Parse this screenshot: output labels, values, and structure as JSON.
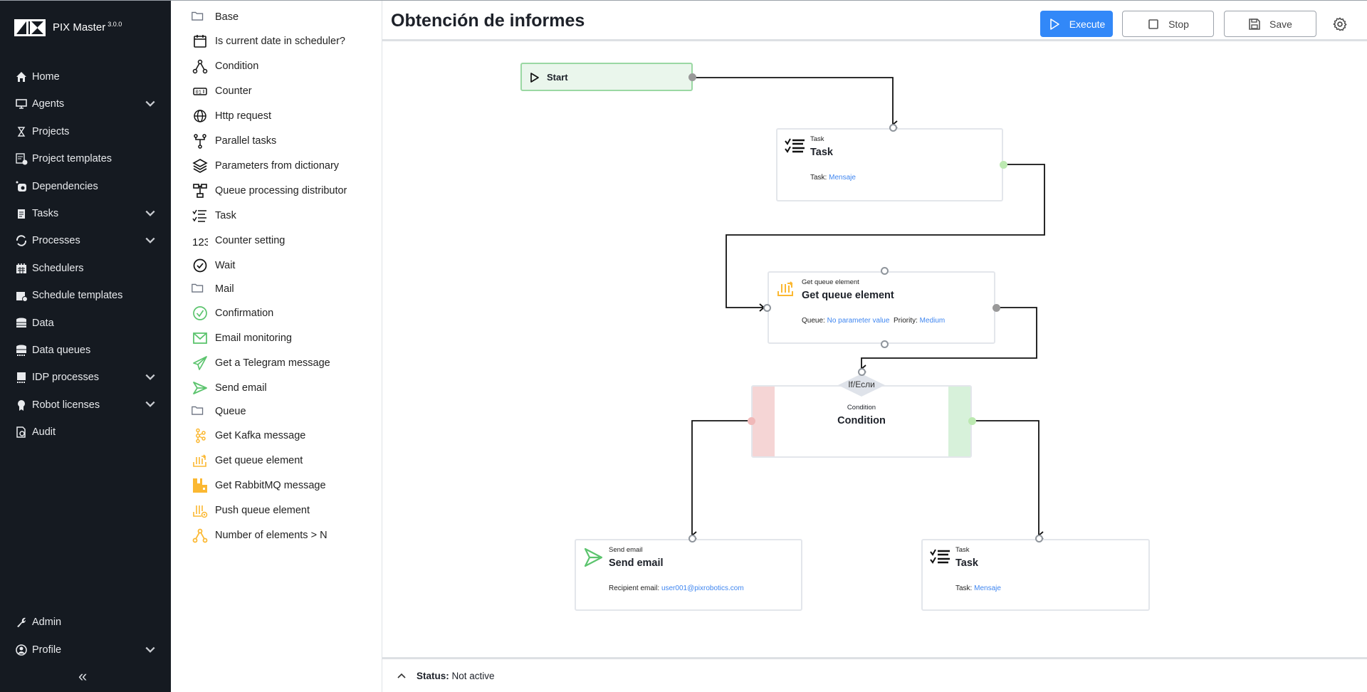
{
  "app": {
    "name": "PIX Master",
    "version": "3.0.0"
  },
  "sidebar": {
    "items": [
      {
        "label": "Home",
        "icon": "home-icon",
        "expandable": false
      },
      {
        "label": "Agents",
        "icon": "monitor-icon",
        "expandable": true
      },
      {
        "label": "Projects",
        "icon": "projects-icon",
        "expandable": false
      },
      {
        "label": "Project templates",
        "icon": "project-template-icon",
        "expandable": false
      },
      {
        "label": "Dependencies",
        "icon": "dependencies-icon",
        "expandable": false
      },
      {
        "label": "Tasks",
        "icon": "clipboard-icon",
        "expandable": true
      },
      {
        "label": "Processes",
        "icon": "refresh-icon",
        "expandable": true
      },
      {
        "label": "Schedulers",
        "icon": "calendar-icon",
        "expandable": false
      },
      {
        "label": "Schedule templates",
        "icon": "calendar-plus-icon",
        "expandable": false
      },
      {
        "label": "Data",
        "icon": "database-icon",
        "expandable": false
      },
      {
        "label": "Data queues",
        "icon": "database-queue-icon",
        "expandable": false
      },
      {
        "label": "IDP processes",
        "icon": "idp-icon",
        "expandable": true
      },
      {
        "label": "Robot licenses",
        "icon": "license-icon",
        "expandable": true
      },
      {
        "label": "Audit",
        "icon": "audit-icon",
        "expandable": false
      }
    ],
    "bottom": [
      {
        "label": "Admin",
        "icon": "wrench-icon",
        "expandable": false
      },
      {
        "label": "Profile",
        "icon": "user-circle-icon",
        "expandable": true
      }
    ],
    "collapse_label": "«"
  },
  "palette": [
    {
      "type": "folder",
      "label": "Base"
    },
    {
      "label": "Is current date in scheduler?",
      "icon": "calendar-icon"
    },
    {
      "label": "Condition",
      "icon": "condition-icon"
    },
    {
      "label": "Counter",
      "icon": "counter-icon"
    },
    {
      "label": "Http request",
      "icon": "globe-icon"
    },
    {
      "label": "Parallel tasks",
      "icon": "fork-icon"
    },
    {
      "label": "Parameters from dictionary",
      "icon": "layers-icon"
    },
    {
      "label": "Queue processing distributor",
      "icon": "hierarchy-icon"
    },
    {
      "label": "Task",
      "icon": "task-list-icon"
    },
    {
      "label": "Counter setting",
      "icon": "numbers-icon"
    },
    {
      "label": "Wait",
      "icon": "clock-icon"
    },
    {
      "type": "folder",
      "label": "Mail"
    },
    {
      "label": "Confirmation",
      "icon": "check-circle-icon"
    },
    {
      "label": "Email monitoring",
      "icon": "mail-icon"
    },
    {
      "label": "Get a Telegram message",
      "icon": "telegram-icon"
    },
    {
      "label": "Send email",
      "icon": "send-icon"
    },
    {
      "type": "folder",
      "label": "Queue"
    },
    {
      "label": "Get Kafka message",
      "icon": "kafka-icon"
    },
    {
      "label": "Get queue element",
      "icon": "queue-get-icon"
    },
    {
      "label": "Get RabbitMQ message",
      "icon": "rabbitmq-icon"
    },
    {
      "label": "Push queue element",
      "icon": "queue-push-icon"
    },
    {
      "label": "Number of elements > N",
      "icon": "condition-orange-icon"
    }
  ],
  "header": {
    "title": "Obtención de informes",
    "execute_label": "Execute",
    "stop_label": "Stop",
    "save_label": "Save"
  },
  "flow": {
    "start": {
      "label": "Start"
    },
    "task1": {
      "type_label": "Task",
      "title": "Task",
      "param_label": "Task:",
      "param_value": "Mensaje"
    },
    "get_queue": {
      "type_label": "Get queue element",
      "title": "Get queue element",
      "queue_label": "Queue:",
      "queue_value": "No parameter value",
      "priority_label": "Priority:",
      "priority_value": "Medium"
    },
    "condition": {
      "diamond_label": "If/Если",
      "type_label": "Condition",
      "title": "Condition"
    },
    "send_email": {
      "type_label": "Send email",
      "title": "Send email",
      "param_label": "Recipient email:",
      "param_value": "user001@pixrobotics.com"
    },
    "task2": {
      "type_label": "Task",
      "title": "Task",
      "param_label": "Task:",
      "param_value": "Mensaje"
    }
  },
  "status": {
    "label": "Status:",
    "value": "Not active"
  },
  "colors": {
    "sidebar_bg": "#151a21",
    "accent": "#3288f8",
    "link": "#3f86f0",
    "true_branch": "#d7f1da",
    "false_branch": "#f5d5d5"
  }
}
